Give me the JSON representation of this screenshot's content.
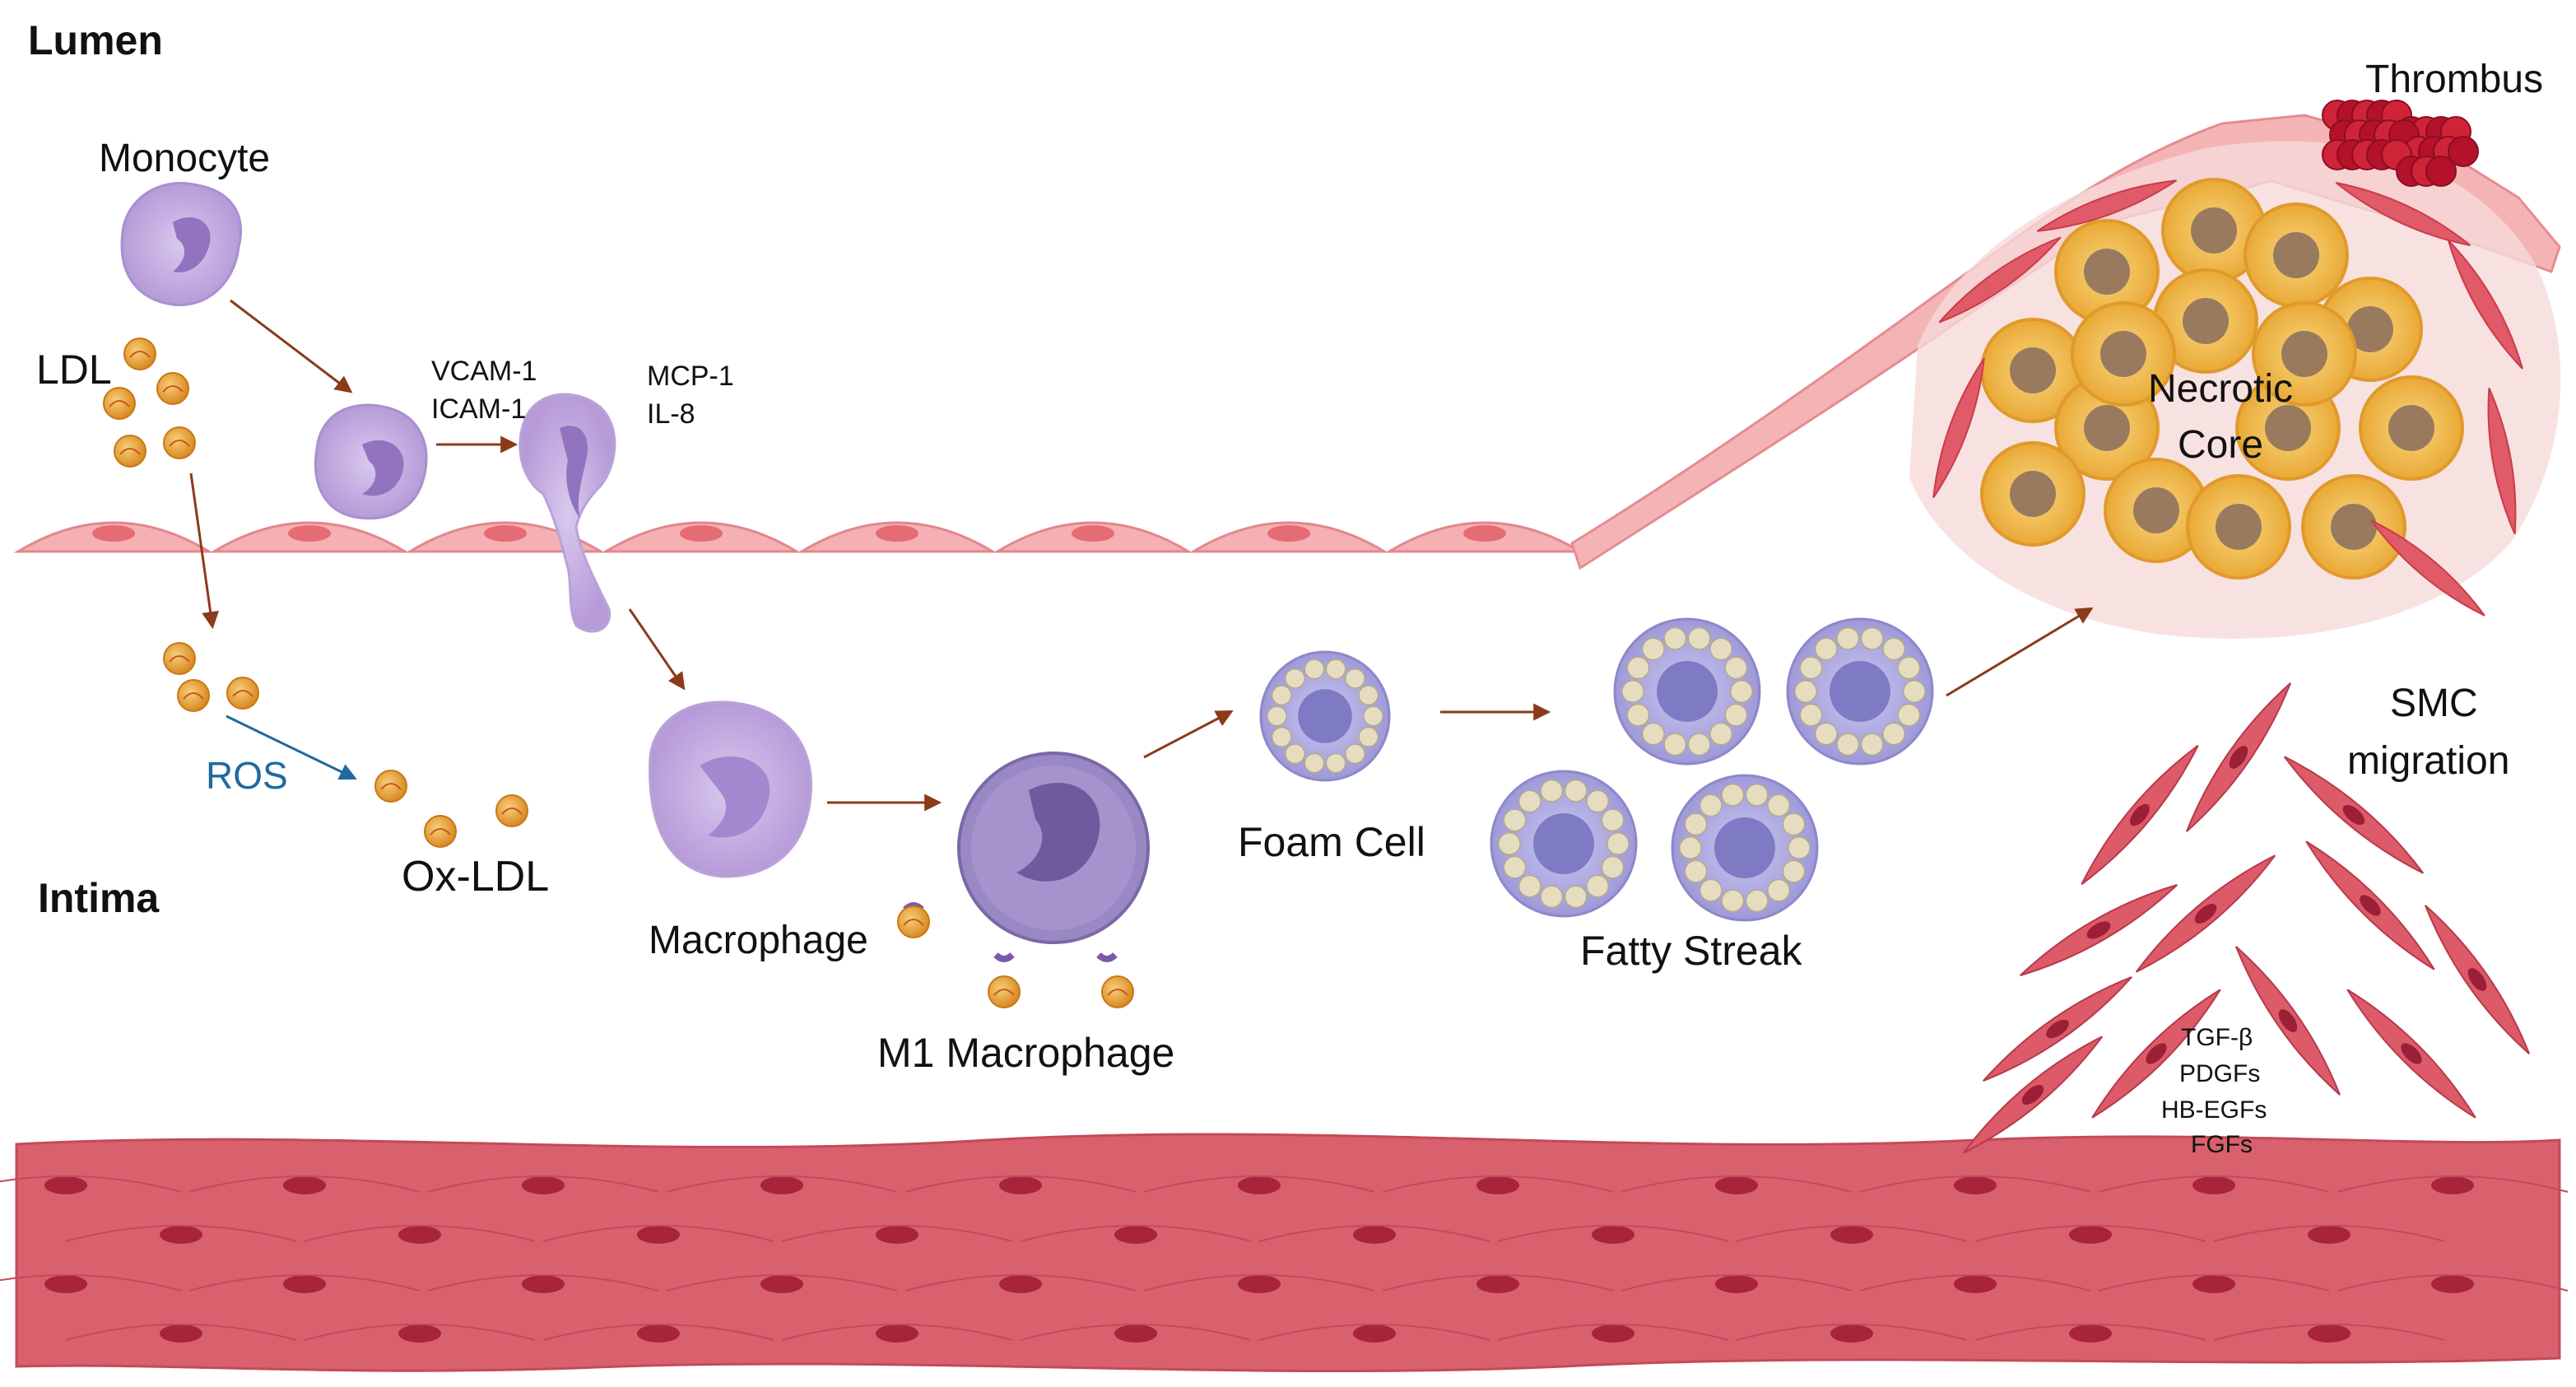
{
  "regions": {
    "lumen": "Lumen",
    "intima": "Intima"
  },
  "cells": {
    "monocyte": "Monocyte",
    "ldl": "LDL",
    "ox_ldl": "Ox-LDL",
    "macrophage": "Macrophage",
    "m1_macrophage": "M1 Macrophage",
    "foam_cell": "Foam Cell",
    "fatty_streak": "Fatty Streak",
    "thrombus": "Thrombus",
    "necrotic_core_line1": "Necrotic",
    "necrotic_core_line2": "Core",
    "smc_line1": "SMC",
    "smc_line2": "migration"
  },
  "molecules": {
    "vcam": "VCAM-1",
    "icam": "ICAM-1",
    "mcp": "MCP-1",
    "il8": "IL-8",
    "ros": "ROS",
    "growth_factors": [
      "TGF-β",
      "PDGFs",
      "HB-EGFs",
      "FGFs"
    ]
  },
  "colors": {
    "arrow": "#8b3a1a",
    "ros_arrow": "#1f6aa0",
    "ros_text": "#1f6aa0",
    "monocyte": "#c7b2e0",
    "endothelium": "#f2a7aa",
    "muscle": "#d95f6c",
    "foam": "#b9b7e6",
    "ldl": "#e8a43c",
    "thrombus": "#b3122a",
    "necrotic": "#f3c65c"
  }
}
